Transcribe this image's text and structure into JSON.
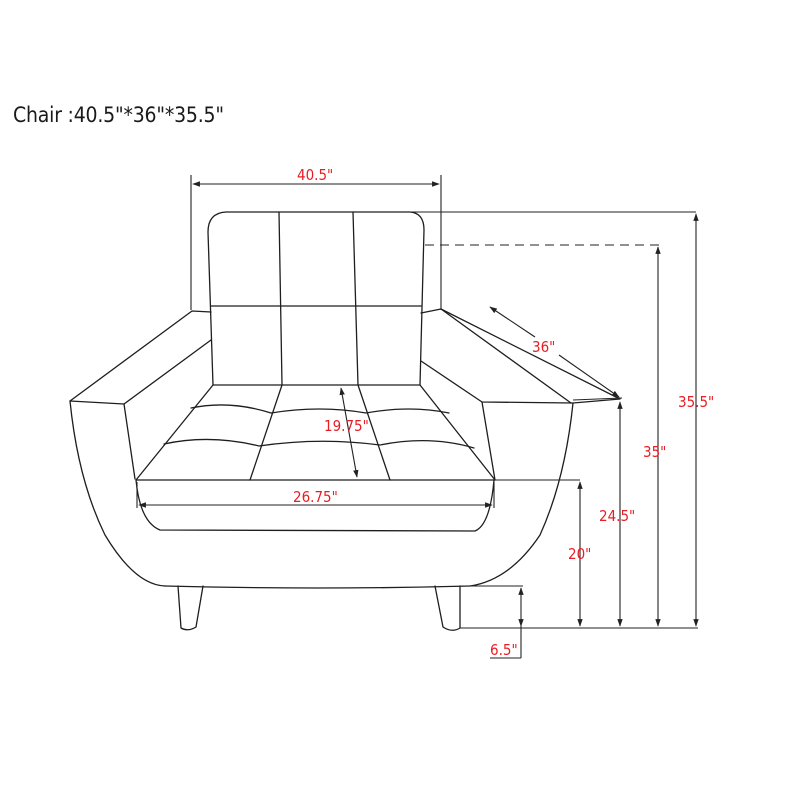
{
  "title": "Chair :40.5\"*36\"*35.5\"",
  "diagram": {
    "subject": "armchair line drawing with dimensions",
    "line_color": "#1e1e1e",
    "label_color": "#e81e25",
    "dimensions": {
      "overall_width": "40.5\"",
      "depth": "36\"",
      "overall_height": "35.5\"",
      "back_height": "35\"",
      "arm_height": "24.5\"",
      "seat_height": "20\"",
      "leg_height": "6.5\"",
      "seat_width": "26.75\"",
      "seat_depth": "19.75\""
    }
  }
}
